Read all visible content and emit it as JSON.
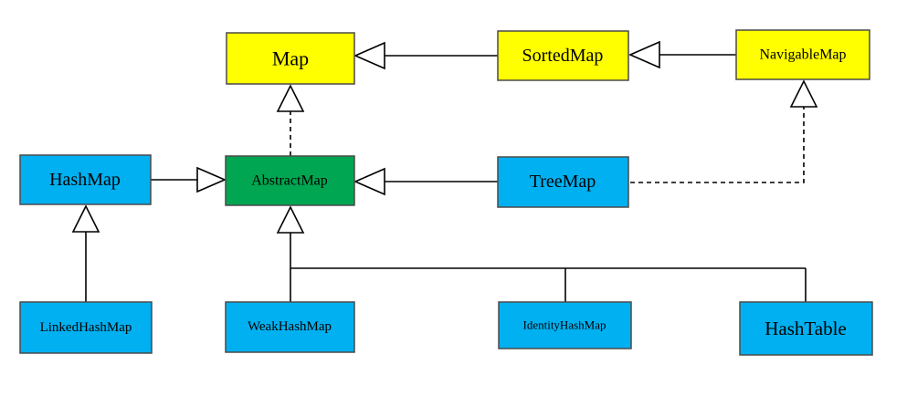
{
  "colors": {
    "interface_fill": "#ffff00",
    "abstract_fill": "#00a651",
    "class_fill": "#00b0f0",
    "edge": "#000000",
    "border": "#4a4a4a"
  },
  "nodes": {
    "map": {
      "label": "Map",
      "kind": "interface"
    },
    "sorted_map": {
      "label": "SortedMap",
      "kind": "interface"
    },
    "navigable_map": {
      "label": "NavigableMap",
      "kind": "interface"
    },
    "hash_map": {
      "label": "HashMap",
      "kind": "class"
    },
    "abstract_map": {
      "label": "AbstractMap",
      "kind": "abstract"
    },
    "tree_map": {
      "label": "TreeMap",
      "kind": "class"
    },
    "linked_hash_map": {
      "label": "LinkedHashMap",
      "kind": "class"
    },
    "weak_hash_map": {
      "label": "WeakHashMap",
      "kind": "class"
    },
    "identity_hash_map": {
      "label": "IdentityHashMap",
      "kind": "class"
    },
    "hash_table": {
      "label": "HashTable",
      "kind": "class"
    }
  },
  "edges": [
    {
      "from": "sorted_map",
      "to": "map",
      "style": "solid"
    },
    {
      "from": "navigable_map",
      "to": "sorted_map",
      "style": "solid"
    },
    {
      "from": "abstract_map",
      "to": "map",
      "style": "dashed"
    },
    {
      "from": "hash_map",
      "to": "abstract_map",
      "style": "solid"
    },
    {
      "from": "tree_map",
      "to": "abstract_map",
      "style": "solid"
    },
    {
      "from": "tree_map",
      "to": "navigable_map",
      "style": "dashed"
    },
    {
      "from": "linked_hash_map",
      "to": "hash_map",
      "style": "solid"
    },
    {
      "from": "weak_hash_map",
      "to": "abstract_map",
      "style": "solid"
    },
    {
      "from": "identity_hash_map",
      "to": "abstract_map",
      "style": "solid"
    },
    {
      "from": "hash_table",
      "to": "abstract_map",
      "style": "solid"
    }
  ]
}
